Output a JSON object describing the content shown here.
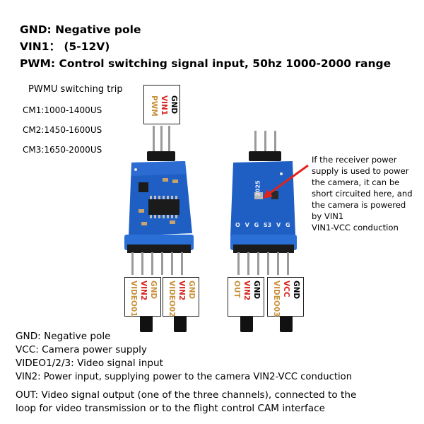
{
  "header": {
    "line1": "GND: Negative pole",
    "line2": "VIN1：    (5-12V)",
    "line3": "PWM: Control switching signal input, 50hz 1000-2000 range"
  },
  "modes": {
    "title": "PWMU switching trip",
    "cm1": "CM1:1000-1400US",
    "cm2": "CM2:1450-1600US",
    "cm3": "CM3:1650-2000US"
  },
  "top_connector": {
    "gnd": "GND",
    "vin1": "VIN1",
    "pwm": "PWM"
  },
  "left_bottom": {
    "vin2": "VIN2",
    "gnd": "GND",
    "video01": "VIDEO01",
    "video02": "VIDEO02"
  },
  "right_bottom": {
    "out": "OUT",
    "vin2": "VIN2",
    "gnd": "GND",
    "gnd2": "GND",
    "vcc": "VCC",
    "video03": "VIDEO03"
  },
  "board_silk": {
    "pins": "O V G S3 V G",
    "code": "2025"
  },
  "note": {
    "l1": "If the receiver power",
    "l2": "supply is used to power",
    "l3": "the camera, it can be",
    "l4": "short circuited here, and",
    "l5": "the camera is powered",
    "l6": "by VIN1",
    "l7": "VIN1-VCC conduction"
  },
  "legend": {
    "l1": "GND: Negative pole",
    "l2": "VCC: Camera power supply",
    "l3": "VIDEO1/2/3: Video signal input",
    "l4": "VIN2: Power input, supplying power to the camera VIN2-VCC conduction",
    "l5": "OUT: Video signal output (one of the three channels), connected to the",
    "l6": "loop for video transmission or to the flight control CAM interface"
  },
  "colors": {
    "pcb_blue": "#1f5fc4",
    "label_red": "#d8261f",
    "label_tan": "#c9913a",
    "arrow_red": "#e32219"
  }
}
